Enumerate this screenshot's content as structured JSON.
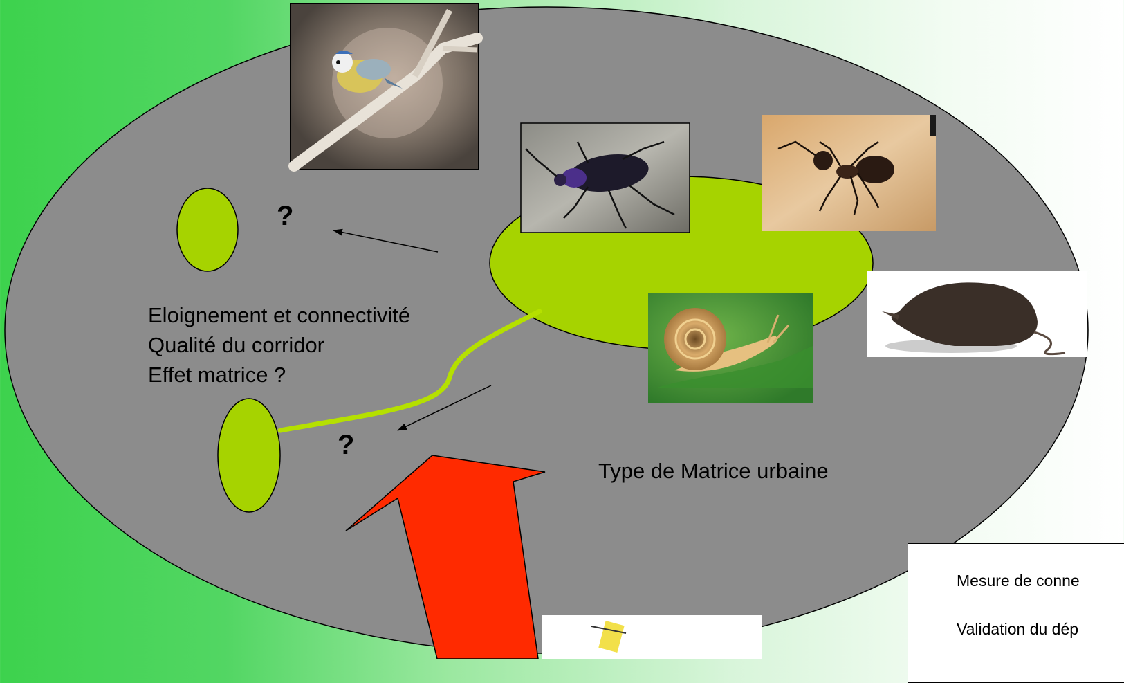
{
  "diagram": {
    "labels": {
      "line1": "Eloignement et connectivité",
      "line2": "Qualité du corridor",
      "line3": "Effet matrice ?",
      "matrix": "Type de Matrice urbaine",
      "question_top": "?",
      "question_bottom": "?"
    },
    "colors": {
      "matrix_fill": "#8c8c8c",
      "patch_fill": "#a6d300",
      "corridor": "#b5e000",
      "big_arrow": "#ff2a00"
    },
    "photos": [
      "blue-tit-photo",
      "ground-beetle-photo",
      "ant-photo",
      "snail-photo",
      "shrew-photo",
      "device-photo"
    ]
  },
  "infobox": {
    "line1": "Mesure de conne",
    "line2": "Validation du dép"
  }
}
